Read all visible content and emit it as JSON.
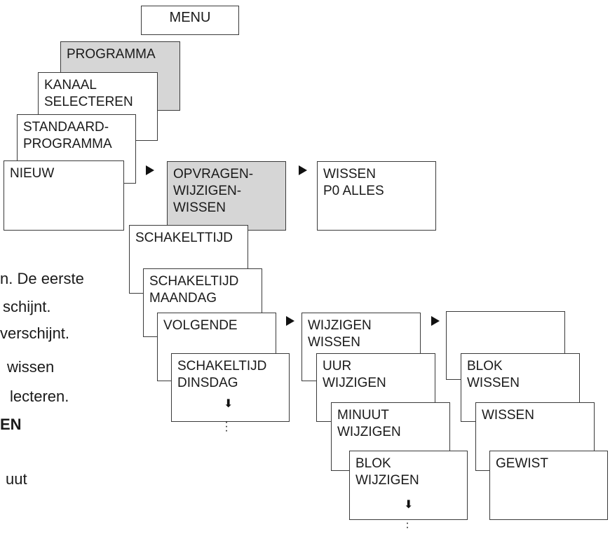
{
  "menu": "MENU",
  "col1": {
    "programma": "PROGRAMMA",
    "kanaal": "KANAAL\nSELECTEREN",
    "standaard": "STANDAARD-\nPROGRAMMA",
    "nieuw": "NIEUW"
  },
  "opvragen": "OPVRAGEN-\nWIJZIGEN-\nWISSEN",
  "wissen_p0": "WISSEN\nP0 ALLES",
  "col2": {
    "schakelttijd": "SCHAKELTTIJD",
    "schakeltijd_maandag": "SCHAKELTIJD\nMAANDAG",
    "volgende": "VOLGENDE",
    "schakeltijd_dinsdag": "SCHAKELTIJD\nDINSDAG"
  },
  "col3": {
    "wijzigen_wissen": "WIJZIGEN WISSEN",
    "uur_wijzigen": "UUR\nWIJZIGEN",
    "minuut_wijzigen": "MINUUT\nWIJZIGEN",
    "blok_wijzigen": "BLOK\nWIJZIGEN"
  },
  "col4": {
    "blank": "",
    "blok_wissen": "BLOK\nWISSEN",
    "wissen": "WISSEN",
    "gewist": "GEWIST"
  },
  "side_text": [
    {
      "text": "n. De eerste",
      "bold": false
    },
    {
      "text": "schijnt.",
      "bold": false
    },
    {
      "text": "verschijnt.",
      "bold": false
    },
    {
      "text": "wissen",
      "bold": false
    },
    {
      "text": "lecteren.",
      "bold": false
    },
    {
      "text": "EN",
      "bold": true
    },
    {
      "text": "uut",
      "bold": false
    }
  ]
}
